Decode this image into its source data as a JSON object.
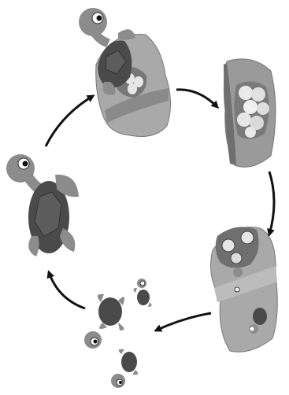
{
  "diagram": {
    "kind": "cycle",
    "direction": "clockwise",
    "stages": [
      {
        "id": "adult-nesting-on-beach",
        "order": 1
      },
      {
        "id": "egg-clutch-in-nest",
        "order": 2
      },
      {
        "id": "hatchlings-emerging-from-sand",
        "order": 3
      },
      {
        "id": "hatchlings-heading-to-sea",
        "order": 4
      },
      {
        "id": "adult-swimming",
        "order": 5
      }
    ],
    "arrows": [
      {
        "from": 1,
        "to": 2
      },
      {
        "from": 2,
        "to": 3
      },
      {
        "from": 3,
        "to": 4
      },
      {
        "from": 4,
        "to": 5
      },
      {
        "from": 5,
        "to": 1
      }
    ]
  },
  "colors": {
    "sand": "#a9a9a9",
    "sand_light": "#c9c9c9",
    "sand_band": "#8a8a8a",
    "shell": "#4a4a4a",
    "shell_plate": "#5d5d5d",
    "skin": "#8c8c8c",
    "egg": "#e6e6e6",
    "arrow": "#111111",
    "outline": "#222222"
  }
}
